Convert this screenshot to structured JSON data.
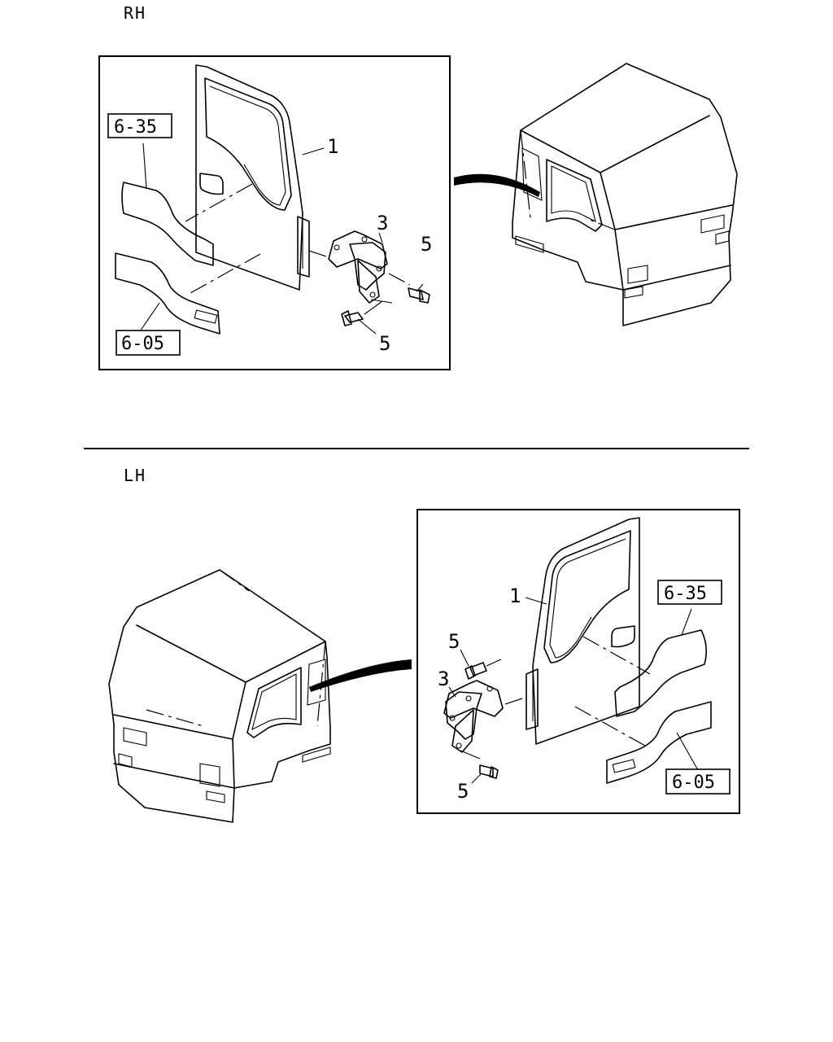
{
  "sections": {
    "rh": {
      "label": "RH",
      "callouts": {
        "door": "1",
        "hinge": "3",
        "bolt_upper": "5",
        "bolt_lower": "5"
      },
      "refs": {
        "upper": "6-35",
        "lower": "6-05"
      }
    },
    "lh": {
      "label": "LH",
      "callouts": {
        "door": "1",
        "hinge": "3",
        "bolt_upper": "5",
        "bolt_lower": "5"
      },
      "refs": {
        "upper": "6-35",
        "lower": "6-05"
      }
    }
  }
}
